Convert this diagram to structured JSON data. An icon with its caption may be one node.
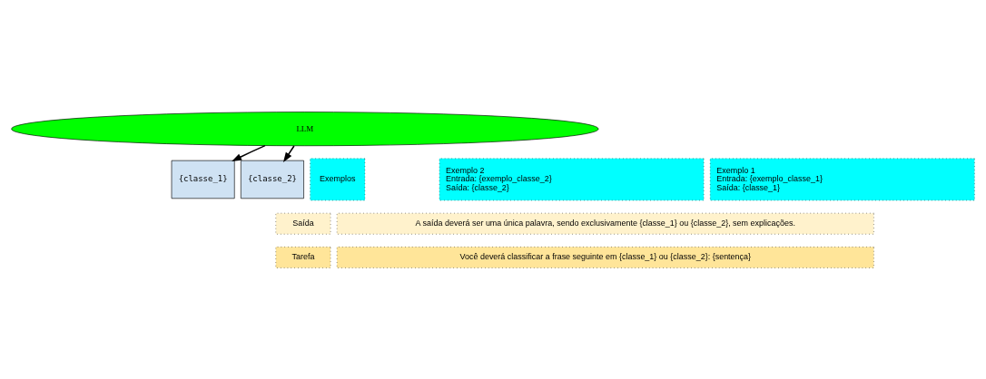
{
  "diagram": {
    "nodes": [
      {
        "text": [
          "{classe_1}"
        ]
      },
      {
        "text": [
          "{classe_2}"
        ]
      },
      {
        "text": [
          "LLM"
        ]
      },
      {
        "text": [
          "Exemplos"
        ]
      },
      {
        "text": [
          "Exemplo 1",
          "Entrada: {exemplo_classe_1}",
          "Saída: {classe_1}"
        ]
      },
      {
        "text": [
          "Exemplo 2",
          "Entrada: {exemplo_classe_2}",
          "Saída: {classe_2}"
        ]
      },
      {
        "text": [
          "Saída"
        ]
      },
      {
        "text": [
          "A saída deverá ser uma única palavra, sendo exclusivamente {classe_1} ou {classe_2}, sem explicações."
        ]
      },
      {
        "text": [
          "Tarefa"
        ]
      },
      {
        "text": [
          "Você deverá classificar a frase seguinte em {classe_1} ou {classe_2}: {sentença}"
        ]
      }
    ],
    "edges": [
      {
        "from": 2,
        "to": 0,
        "arrow": "to"
      },
      {
        "from": 2,
        "to": 1,
        "arrow": "to"
      }
    ]
  }
}
